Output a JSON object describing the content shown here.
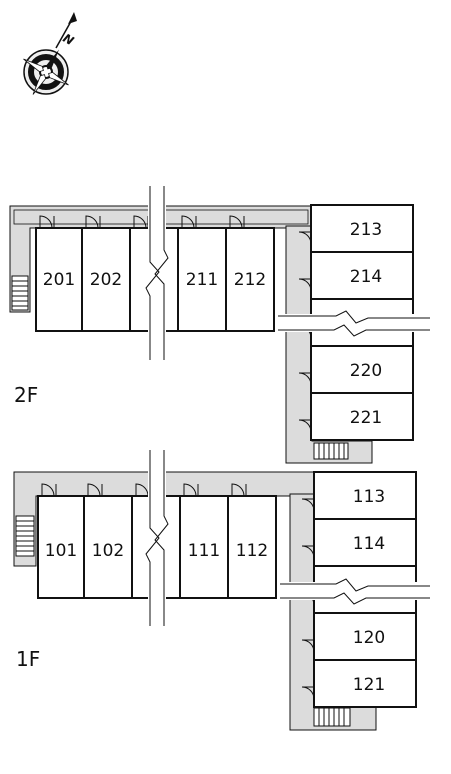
{
  "compass": {
    "north_label": "N",
    "icon": "compass-rose-icon"
  },
  "floors": [
    {
      "label": "2F",
      "left_rooms": [
        "201",
        "202",
        "",
        "211",
        "212"
      ],
      "right_rooms": [
        "213",
        "214",
        "",
        "220",
        "221"
      ]
    },
    {
      "label": "1F",
      "left_rooms": [
        "101",
        "102",
        "",
        "111",
        "112"
      ],
      "right_rooms": [
        "113",
        "114",
        "",
        "120",
        "121"
      ]
    }
  ],
  "colors": {
    "corridor": "#dcdcdc",
    "wall": "#111111",
    "background": "#ffffff"
  }
}
